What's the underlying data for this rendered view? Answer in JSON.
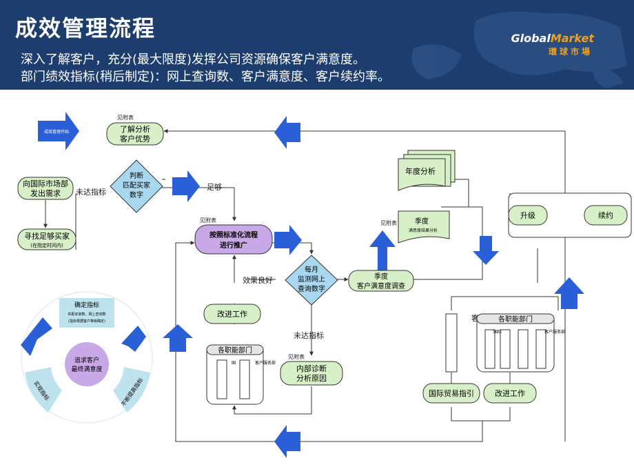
{
  "header": {
    "title": "成效管理流程",
    "subtitle1": "深入了解客户，充分(最大限度)发挥公司资源确保客户满意度。",
    "subtitle2": "部门绩效指标(稍后制定)：网上查询数、客户满意度、客户续约率。",
    "logo_a": "Global",
    "logo_b": "Market",
    "logo_cn": "環球市場"
  },
  "flow": {
    "start": "成效管理开始",
    "see_attach": "见附表",
    "understand": [
      "了解分析",
      "客户优势"
    ],
    "request": [
      "向国际市场部",
      "发出需求"
    ],
    "judge": [
      "判断",
      "匹配买家",
      "数字"
    ],
    "not_reached": "未达指标",
    "enough": "足够",
    "find_buyer": "寻找足够买家",
    "find_buyer_note": "(在指定时间内)",
    "standard": [
      "按照标准化流程",
      "进行推广"
    ],
    "monthly": [
      "每月",
      "监测网上",
      "查询数字"
    ],
    "effect_good": "效果良好",
    "improve": "改进工作",
    "depts": "各职能部门",
    "dept_note_1": "国",
    "dept_note_2": "客户服务部",
    "diagnose": [
      "内部诊断",
      "分析原因"
    ],
    "quarter_survey": [
      "季度",
      "客户满意度调查"
    ],
    "annual": "年度分析",
    "quarter_label": "季度",
    "quarter_note": "满意度结果分析",
    "upgrade": "升级",
    "renew": "续约",
    "customer": "客",
    "depts_right_note_1": "国际",
    "depts_right_note_2": "客户服务部",
    "intl_trade": "国际贸易指引",
    "improve_right": "改进工作"
  },
  "cycle": {
    "top": "确定指标",
    "top_note_1": "匹配买家数、网上查询数",
    "top_note_2": "(指标根据客户等级确定)",
    "center": [
      "追求客户",
      "最终满意度"
    ],
    "left": "实现指标",
    "right": "不断提高指标"
  },
  "colors": {
    "header_bg": "#1d3d6e",
    "box_green": "#d8f0c8",
    "box_purple": "#c8a8e6",
    "diamond": "#a8d8f0",
    "arrow_blue": "#2a5fd8",
    "cycle_ring": "#bfe3ee"
  }
}
